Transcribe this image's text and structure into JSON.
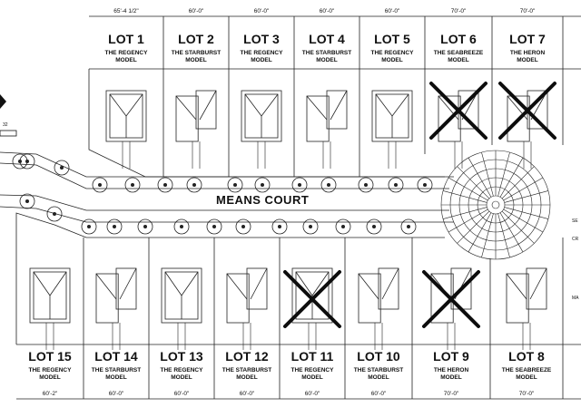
{
  "street_name": "MEANS COURT",
  "top_lots": [
    {
      "lot": "LOT 1",
      "model": "THE REGENCY",
      "model_sub": "MODEL",
      "width": "65'-4 1/2\"",
      "crossed": false
    },
    {
      "lot": "LOT 2",
      "model": "THE STARBURST",
      "model_sub": "MODEL",
      "width": "60'-0\"",
      "crossed": false
    },
    {
      "lot": "LOT 3",
      "model": "THE REGENCY",
      "model_sub": "MODEL",
      "width": "60'-0\"",
      "crossed": false
    },
    {
      "lot": "LOT 4",
      "model": "THE STARBURST",
      "model_sub": "MODEL",
      "width": "60'-0\"",
      "crossed": false
    },
    {
      "lot": "LOT 5",
      "model": "THE REGENCY",
      "model_sub": "MODEL",
      "width": "60'-0\"",
      "crossed": false
    },
    {
      "lot": "LOT 6",
      "model": "THE SEABREEZE",
      "model_sub": "MODEL",
      "width": "70'-0\"",
      "crossed": true
    },
    {
      "lot": "LOT 7",
      "model": "THE HERON",
      "model_sub": "MODEL",
      "width": "70'-0\"",
      "crossed": true
    }
  ],
  "bottom_lots": [
    {
      "lot": "LOT 15",
      "model": "THE REGENCY",
      "model_sub": "MODEL",
      "width": "60'-2\"",
      "crossed": false
    },
    {
      "lot": "LOT 14",
      "model": "THE STARBURST",
      "model_sub": "MODEL",
      "width": "60'-0\"",
      "crossed": false
    },
    {
      "lot": "LOT 13",
      "model": "THE REGENCY",
      "model_sub": "MODEL",
      "width": "60'-0\"",
      "crossed": false
    },
    {
      "lot": "LOT 12",
      "model": "THE STARBURST",
      "model_sub": "MODEL",
      "width": "60'-0\"",
      "crossed": false
    },
    {
      "lot": "LOT 11",
      "model": "THE REGENCY",
      "model_sub": "MODEL",
      "width": "60'-0\"",
      "crossed": true
    },
    {
      "lot": "LOT 10",
      "model": "THE STARBURST",
      "model_sub": "MODEL",
      "width": "60'-0\"",
      "crossed": false
    },
    {
      "lot": "LOT 9",
      "model": "THE HERON",
      "model_sub": "MODEL",
      "width": "70'-0\"",
      "crossed": true
    },
    {
      "lot": "LOT 8",
      "model": "THE SEABREEZE",
      "model_sub": "MODEL",
      "width": "70'-0\"",
      "crossed": false
    }
  ],
  "edge_text": {
    "left_small": "32",
    "right_a": "SE",
    "right_b": "CR",
    "right_c": "MA"
  },
  "colors": {
    "ink": "#111111",
    "cross": "#0d0d0d",
    "background": "#ffffff"
  }
}
